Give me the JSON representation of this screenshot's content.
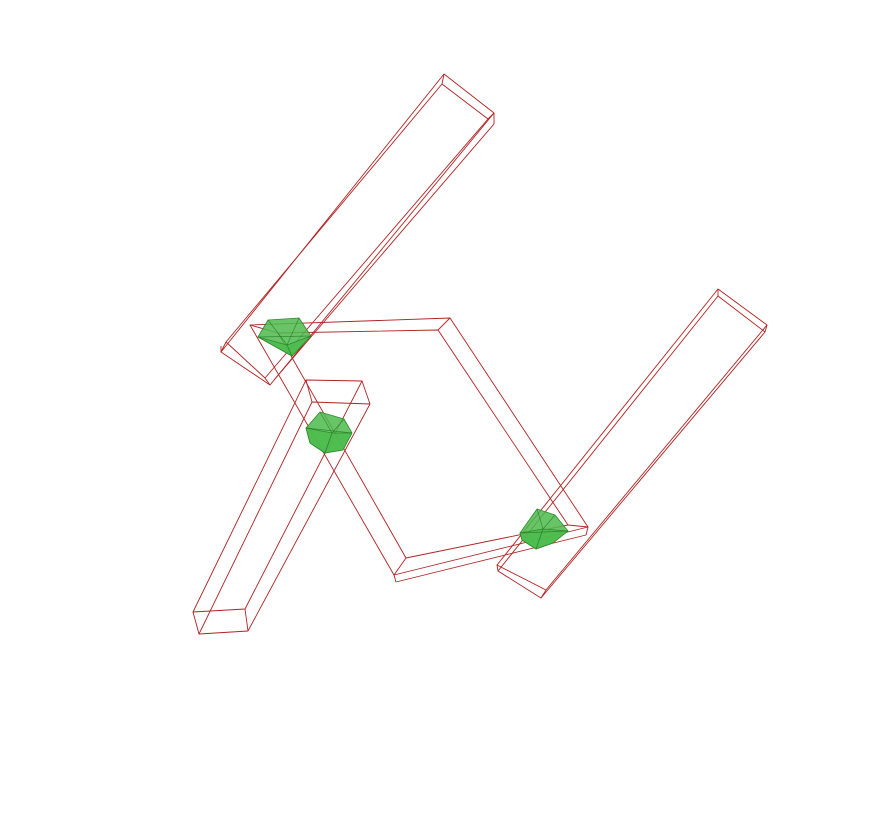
{
  "scene": {
    "background_color": "#ffffff",
    "wire_color": "#b22222",
    "joint_fill": "#4cbb4c",
    "joint_stroke": "#2e8b2e",
    "joint_edge": "#1f6f1f",
    "description_visible_text": ""
  },
  "links": [
    {
      "id": "link-upper-left-arm"
    },
    {
      "id": "link-lower-left-arm"
    },
    {
      "id": "link-center-frame"
    },
    {
      "id": "link-right-arm"
    }
  ],
  "joints": [
    {
      "id": "joint-top-left"
    },
    {
      "id": "joint-center"
    },
    {
      "id": "joint-bottom-right"
    }
  ]
}
